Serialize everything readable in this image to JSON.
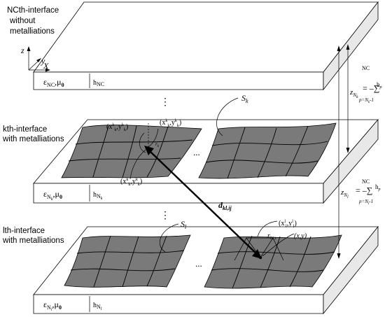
{
  "labels": {
    "top_interface": [
      "NCth-interface",
      "without",
      "metalliations"
    ],
    "mid_interface": [
      "kth-interface",
      "with metalliations"
    ],
    "bot_interface": [
      "lth-interface",
      "with metalliations"
    ],
    "axis_z": "z",
    "axis_y": "y",
    "axis_x": "X",
    "eps_top": "ε",
    "eps_top_sub": "NC",
    "mu": "μ",
    "mu_sub": "0",
    "h": "h",
    "h_top_sub": "NC",
    "eps_mid_sub": "N",
    "k": "k",
    "l": "l",
    "dots": "⋮",
    "hdots": "...",
    "s_k": "S",
    "s_l": "S",
    "d_kl": "d",
    "d_sub": "kl,ij",
    "pt1": "(x",
    "pt_sep": ",y",
    "pt_close": ")",
    "r_liv": "r",
    "r_sub": "l,i,v",
    "xy": "(x,y)",
    "z_eq": "z",
    "sum": "= –∑",
    "sum_top": "NC",
    "sum_bottom_k": "p=N",
    "sum_bottom_suffix": "-1",
    "h_p": "h",
    "p": "p",
    "comma": ","
  }
}
